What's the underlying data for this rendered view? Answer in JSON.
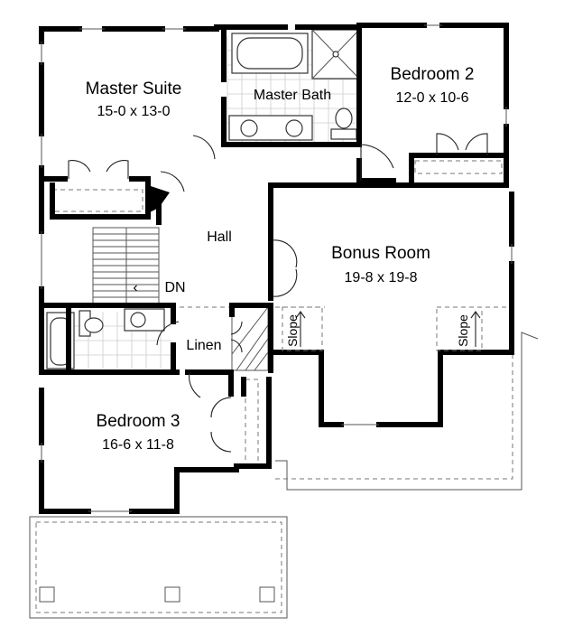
{
  "rooms": {
    "master_suite": {
      "name": "Master Suite",
      "dims": "15-0 x 13-0"
    },
    "master_bath": {
      "name": "Master Bath"
    },
    "bedroom2": {
      "name": "Bedroom 2",
      "dims": "12-0 x 10-6"
    },
    "hall": {
      "name": "Hall"
    },
    "bonus_room": {
      "name": "Bonus Room",
      "dims": "19-8 x 19-8"
    },
    "linen": {
      "name": "Linen"
    },
    "bedroom3": {
      "name": "Bedroom 3",
      "dims": "16-6 x 11-8"
    }
  },
  "stairs": {
    "label": "DN",
    "arrow": "‹"
  },
  "slopes": [
    {
      "label": "Slope"
    },
    {
      "label": "Slope"
    }
  ]
}
